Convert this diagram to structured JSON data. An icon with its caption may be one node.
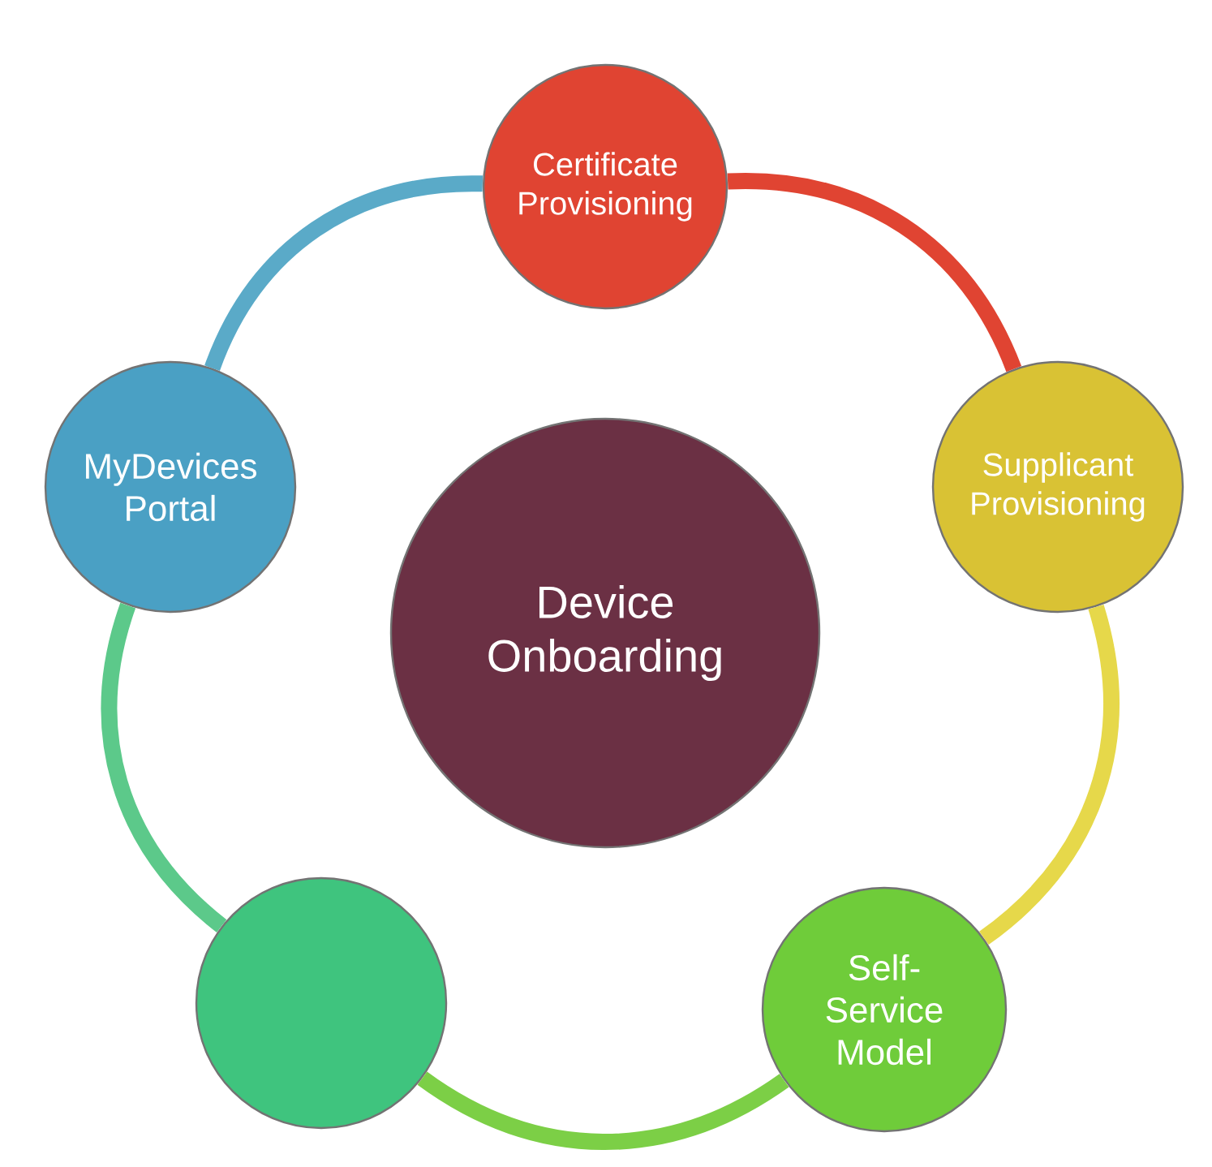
{
  "diagram": {
    "nodes": [
      {
        "text": [
          "Certificate Provisioning"
        ]
      },
      {
        "text": [
          "Supplicant Provisioning"
        ]
      },
      {
        "text": [
          "Self- Service Model"
        ]
      },
      {
        "text": [],
        "shape": "circle"
      },
      {
        "text": [
          "MyDevices Portal"
        ]
      },
      {
        "text": [
          "Device Onboarding"
        ]
      }
    ],
    "edges": [
      {
        "from": 0,
        "to": 1,
        "arrow": "none",
        "color": "#e04432"
      },
      {
        "from": 1,
        "to": 2,
        "arrow": "none",
        "color": "#e6d84a"
      },
      {
        "from": 2,
        "to": 3,
        "arrow": "none",
        "color": "#7ccf46"
      },
      {
        "from": 3,
        "to": 4,
        "arrow": "none",
        "color": "#5cc98a"
      },
      {
        "from": 4,
        "to": 0,
        "arrow": "none",
        "color": "#5aaac8"
      }
    ]
  }
}
